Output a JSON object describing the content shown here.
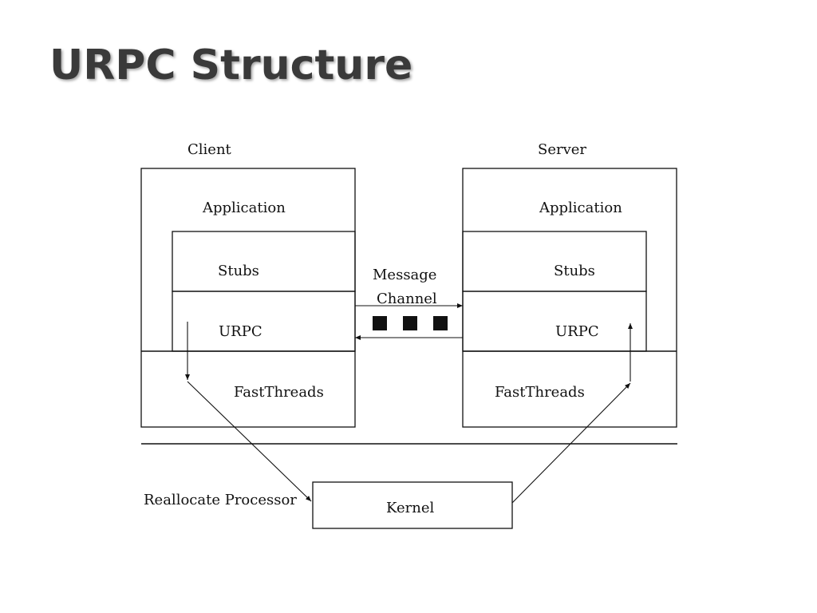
{
  "slide": {
    "title": "URPC Structure"
  },
  "diagram": {
    "client": {
      "heading": "Client",
      "application": "Application",
      "stubs": "Stubs",
      "urpc": "URPC",
      "fastthreads": "FastThreads"
    },
    "server": {
      "heading": "Server",
      "application": "Application",
      "stubs": "Stubs",
      "urpc": "URPC",
      "fastthreads": "FastThreads"
    },
    "channel": {
      "label_line1": "Message",
      "label_line2": "Channel",
      "message_count": 3
    },
    "kernel": {
      "label": "Kernel"
    },
    "reallocate_label": "Reallocate Processor"
  }
}
